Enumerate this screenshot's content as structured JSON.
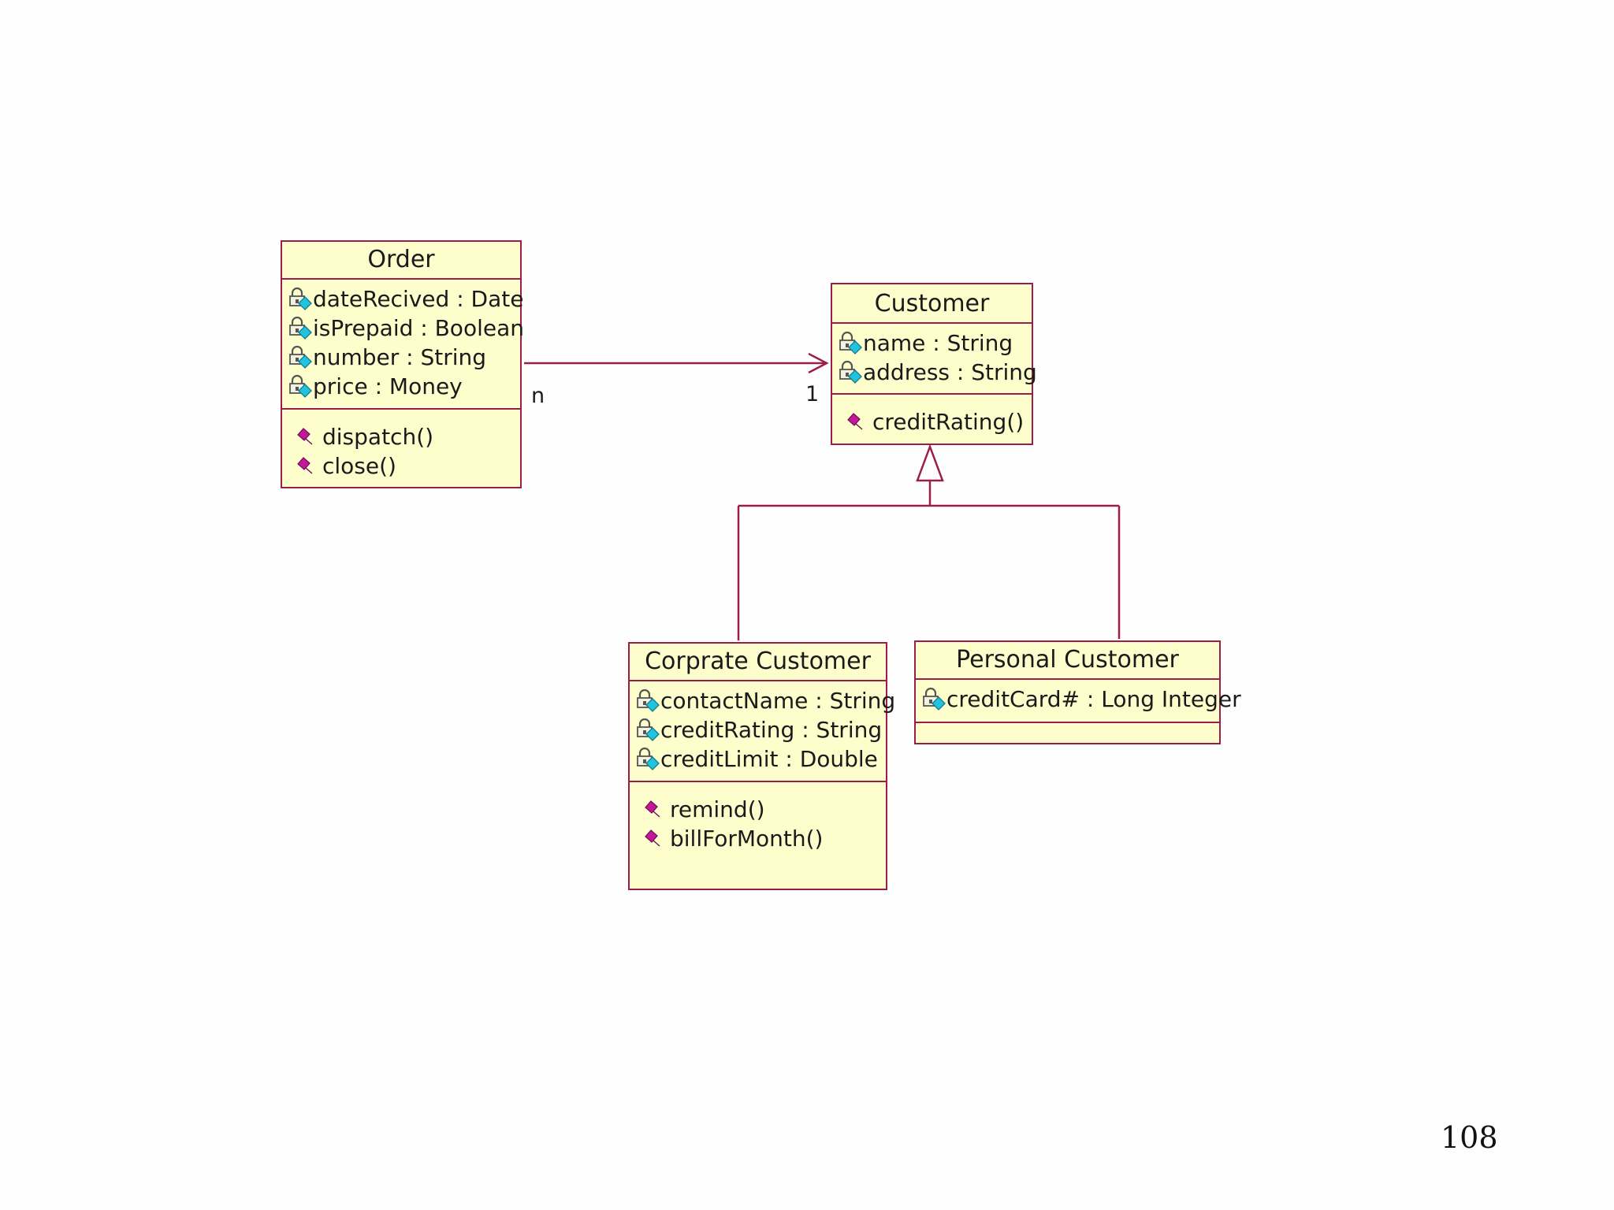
{
  "diagram": {
    "classes": {
      "order": {
        "name": "Order",
        "attributes": [
          "dateRecived : Date",
          "isPrepaid : Boolean",
          "number : String",
          "price : Money"
        ],
        "operations": [
          "dispatch()",
          "close()"
        ]
      },
      "customer": {
        "name": "Customer",
        "attributes": [
          "name : String",
          "address : String"
        ],
        "operations": [
          "creditRating()"
        ]
      },
      "corporate": {
        "name": "Corprate Customer",
        "attributes": [
          "contactName : String",
          "creditRating : String",
          "creditLimit : Double"
        ],
        "operations": [
          "remind()",
          "billForMonth()"
        ]
      },
      "personal": {
        "name": "Personal Customer",
        "attributes": [
          "creditCard# : Long Integer"
        ],
        "operations": []
      }
    },
    "association": {
      "source_multiplicity": "n",
      "target_multiplicity": "1"
    }
  },
  "page_number": "108",
  "colors": {
    "border": "#9b1d4c",
    "fill": "#fefecd",
    "attribute_icon": "#22c3dc",
    "operation_icon": "#c4189a"
  },
  "icons": {
    "attribute": "attribute-lock-icon",
    "operation": "operation-diamond-icon"
  }
}
